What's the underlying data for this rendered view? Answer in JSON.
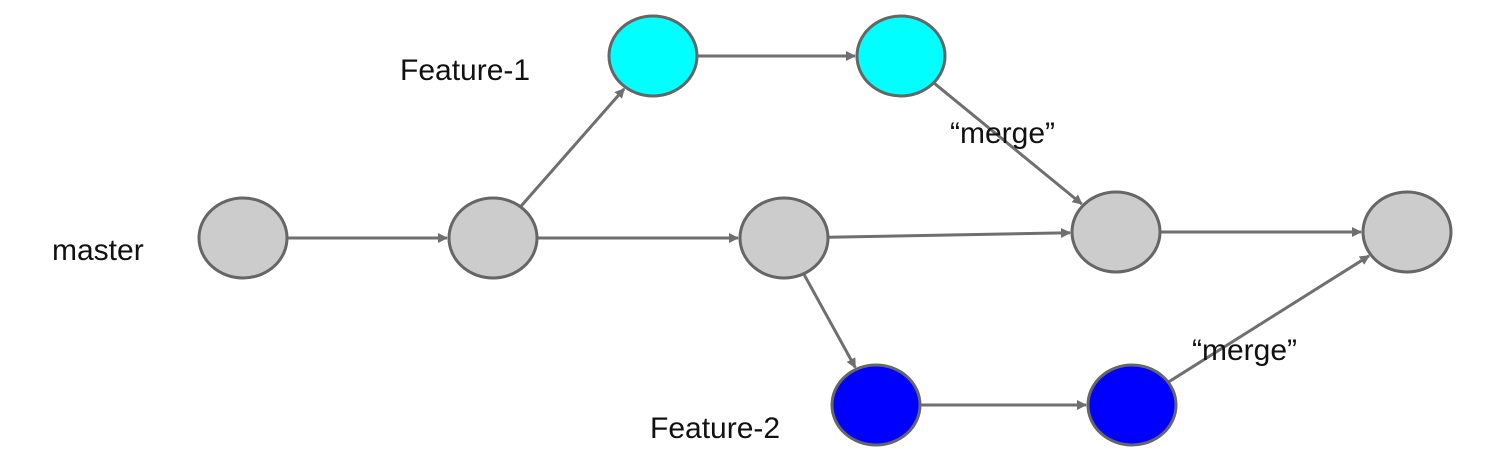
{
  "diagram": {
    "labels": {
      "master": "master",
      "feature_1": "Feature-1",
      "feature_2": "Feature-2",
      "merge_upper": "“merge”",
      "merge_lower": "“merge”"
    },
    "colors": {
      "master_node": "#cccccc",
      "feature_1_node": "#00ffff",
      "feature_2_node": "#0000ff",
      "edge": "#6f6f6f",
      "node_stroke": "#666666"
    },
    "nodes": [
      {
        "id": "m1",
        "branch": "master"
      },
      {
        "id": "m2",
        "branch": "master"
      },
      {
        "id": "m3",
        "branch": "master"
      },
      {
        "id": "m4",
        "branch": "master"
      },
      {
        "id": "m5",
        "branch": "master"
      },
      {
        "id": "f1a",
        "branch": "feature_1"
      },
      {
        "id": "f1b",
        "branch": "feature_1"
      },
      {
        "id": "f2a",
        "branch": "feature_2"
      },
      {
        "id": "f2b",
        "branch": "feature_2"
      }
    ],
    "edges": [
      {
        "from": "m1",
        "to": "m2"
      },
      {
        "from": "m2",
        "to": "m3"
      },
      {
        "from": "m3",
        "to": "m4"
      },
      {
        "from": "m4",
        "to": "m5"
      },
      {
        "from": "m2",
        "to": "f1a"
      },
      {
        "from": "f1a",
        "to": "f1b"
      },
      {
        "from": "f1b",
        "to": "m4"
      },
      {
        "from": "m3",
        "to": "f2a"
      },
      {
        "from": "f2a",
        "to": "f2b"
      },
      {
        "from": "f2b",
        "to": "m5"
      }
    ]
  }
}
